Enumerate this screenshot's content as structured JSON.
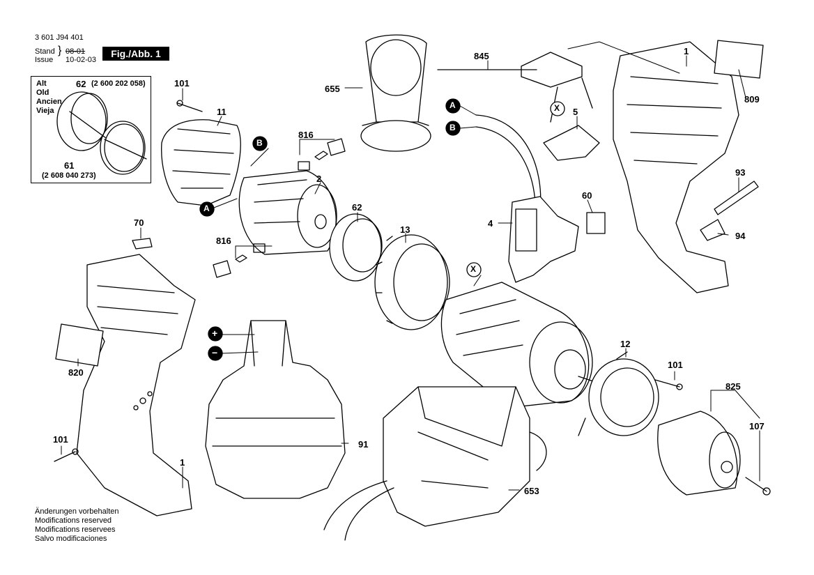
{
  "header": {
    "doc_number": "3 601 J94 401",
    "stand_label": "Stand",
    "issue_label": "Issue",
    "stand_date_struck": "08-01",
    "issue_date": "10-02-03",
    "figure_label": "Fig./Abb. 1"
  },
  "legend_box": {
    "lang_labels": [
      "Alt",
      "Old",
      "Ancien",
      "Vieja"
    ],
    "part_62": "62",
    "part_62_number": "(2 600 202 058)",
    "part_61": "61",
    "part_61_number": "(2 608 040 273)"
  },
  "footer_notes": [
    "Änderungen vorbehalten",
    "Modifications reserved",
    "Modifications reservees",
    "Salvo modificaciones"
  ],
  "callouts": {
    "p1_top": "1",
    "p1_bottom": "1",
    "p2": "2",
    "p4": "4",
    "p5": "5",
    "p11": "11",
    "p12": "12",
    "p13": "13",
    "p60": "60",
    "p62": "62",
    "p70": "70",
    "p91": "91",
    "p93": "93",
    "p94": "94",
    "p101_top": "101",
    "p101_left": "101",
    "p101_right": "101",
    "p107": "107",
    "p655": "655",
    "p653": "653",
    "p809": "809",
    "p816_top": "816",
    "p816_bottom": "816",
    "p820": "820",
    "p825": "825",
    "p845": "845"
  },
  "markers": {
    "a": "A",
    "b": "B",
    "x": "X",
    "plus": "+",
    "minus": "−"
  }
}
